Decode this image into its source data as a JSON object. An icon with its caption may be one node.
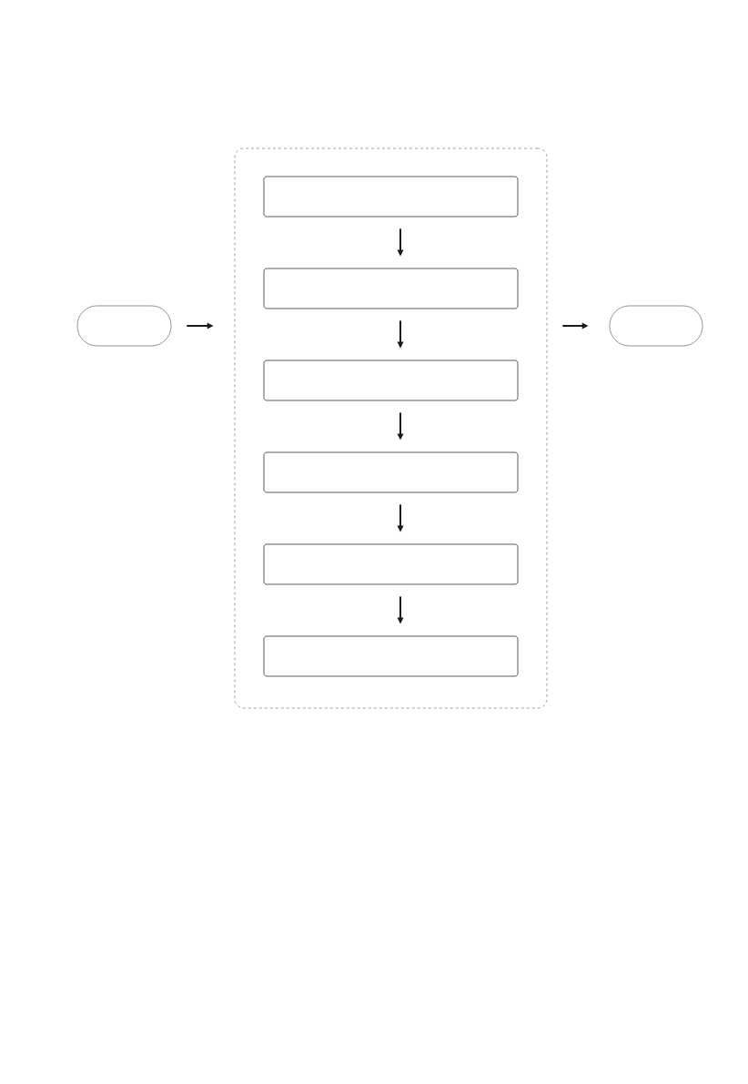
{
  "diagram": {
    "nodes": [
      {
        "text": [],
        "shape": "pill"
      },
      {
        "text": [],
        "shape": "frame"
      },
      {
        "text": [],
        "shape": "box",
        "in": 1
      },
      {
        "text": [],
        "shape": "box",
        "in": 1
      },
      {
        "text": [],
        "shape": "box",
        "in": 1
      },
      {
        "text": [],
        "shape": "box",
        "in": 1
      },
      {
        "text": [],
        "shape": "box",
        "in": 1
      },
      {
        "text": [],
        "shape": "box",
        "in": 1
      },
      {
        "text": [],
        "shape": "pill"
      }
    ],
    "edges": [
      {
        "from": 0,
        "to": 1,
        "arrow": "to"
      },
      {
        "from": 2,
        "to": 3,
        "arrow": "to"
      },
      {
        "from": 3,
        "to": 4,
        "arrow": "to"
      },
      {
        "from": 4,
        "to": 5,
        "arrow": "to"
      },
      {
        "from": 5,
        "to": 6,
        "arrow": "to"
      },
      {
        "from": 6,
        "to": 7,
        "arrow": "to"
      },
      {
        "from": 1,
        "to": 8,
        "arrow": "to"
      }
    ]
  }
}
